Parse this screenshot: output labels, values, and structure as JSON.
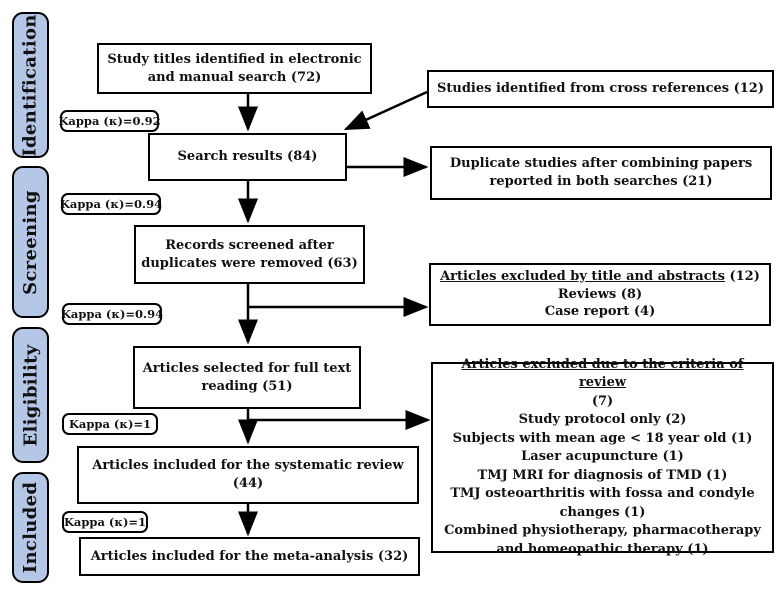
{
  "colors": {
    "stage_fill": "#b4c7e7",
    "line": "#000000"
  },
  "sidebar": {
    "stages": [
      {
        "label": "Identification"
      },
      {
        "label": "Screening"
      },
      {
        "label": "Eligibility"
      },
      {
        "label": "Included"
      }
    ]
  },
  "kappa": [
    "Kappa (κ)=0.92",
    "Kappa (κ)=0.94",
    "Kappa (κ)=0.94",
    "Kappa (κ)=1",
    "Kappa (κ)=1"
  ],
  "boxes": {
    "study_titles": "Study titles identified in electronic and manual search (72)",
    "cross_references": "Studies identified from cross references (12)",
    "search_results": "Search results (84)",
    "duplicates": "Duplicate studies after combining papers reported in both searches (21)",
    "records_screened": "Records screened after duplicates were removed (63)",
    "excluded_title_abstracts": {
      "heading": "Articles excluded by title and abstracts",
      "count": "(12)",
      "items": [
        "Reviews (8)",
        "Case report (4)"
      ]
    },
    "full_text": "Articles selected for full text reading (51)",
    "excluded_criteria": {
      "heading": "Articles excluded due to the criteria of review",
      "count": "(7)",
      "items": [
        "Study protocol only (2)",
        "Subjects with mean age < 18 year old (1)",
        "Laser acupuncture (1)",
        "TMJ MRI for diagnosis of TMD (1)",
        "TMJ osteoarthritis with fossa and condyle changes (1)",
        "Combined physiotherapy, pharmacotherapy and homeopathic therapy (1)"
      ]
    },
    "systematic_review": "Articles included for the systematic review (44)",
    "meta_analysis": "Articles included for the meta-analysis (32)"
  }
}
